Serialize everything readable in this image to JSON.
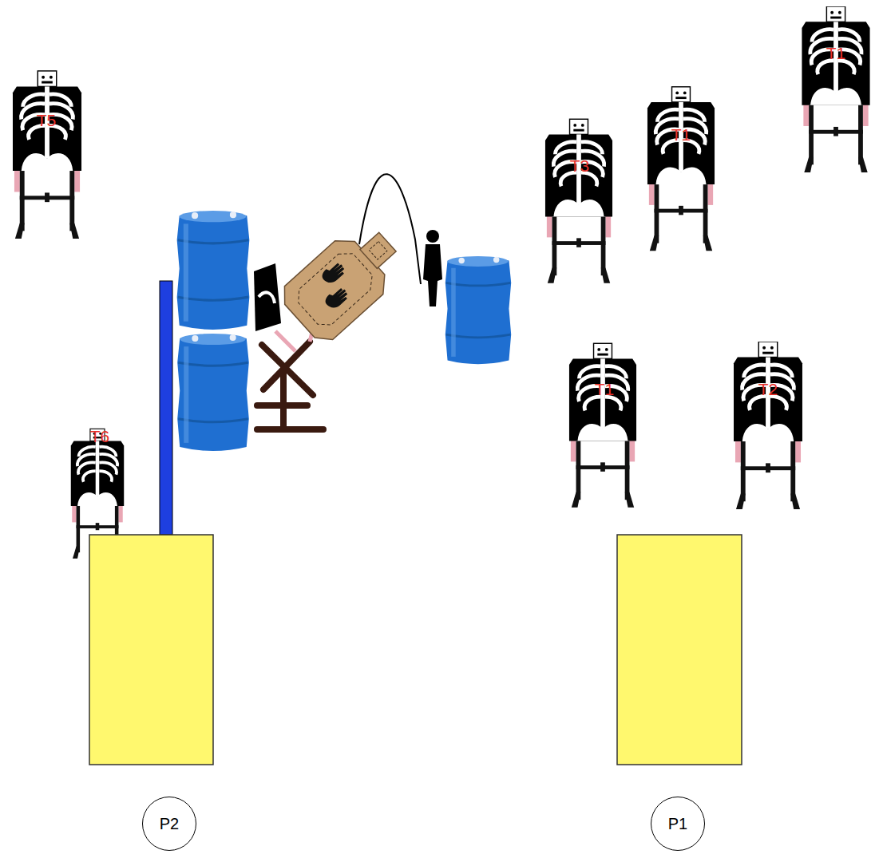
{
  "diagram": {
    "nodes": [
      {
        "text": [
          "P2"
        ]
      },
      {
        "text": [
          "P1"
        ]
      }
    ],
    "labels": [
      "T1",
      "T5",
      "T1",
      "T3",
      "T1",
      "T2",
      "T6"
    ]
  }
}
